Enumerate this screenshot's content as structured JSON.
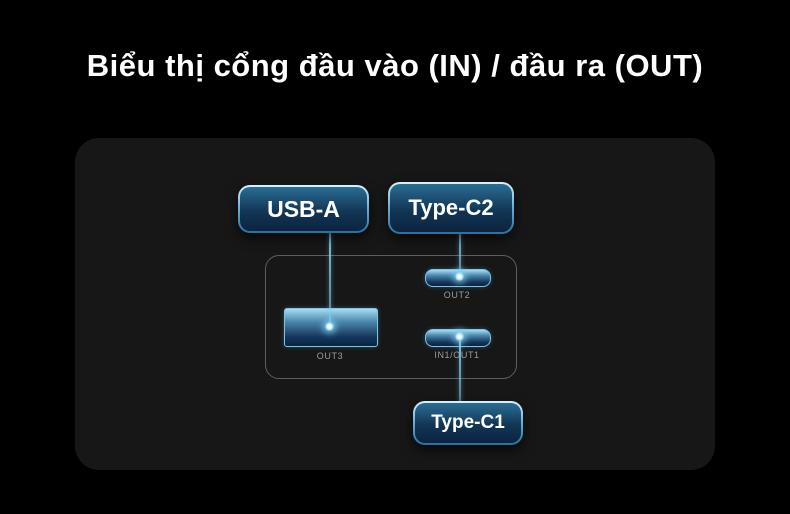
{
  "title": "Biểu thị cổng đầu vào (IN) / đầu ra (OUT)",
  "badges": {
    "usb_a": "USB-A",
    "type_c2": "Type-C2",
    "type_c1": "Type-C1"
  },
  "ports": {
    "out3": "OUT3",
    "out2": "OUT2",
    "in1_out1": "IN1/OUT1"
  },
  "colors": {
    "background": "#000000",
    "panel": "#171717",
    "accent": "#7ac9ec",
    "text": "#ffffff",
    "port_label": "#9c9c9c"
  }
}
